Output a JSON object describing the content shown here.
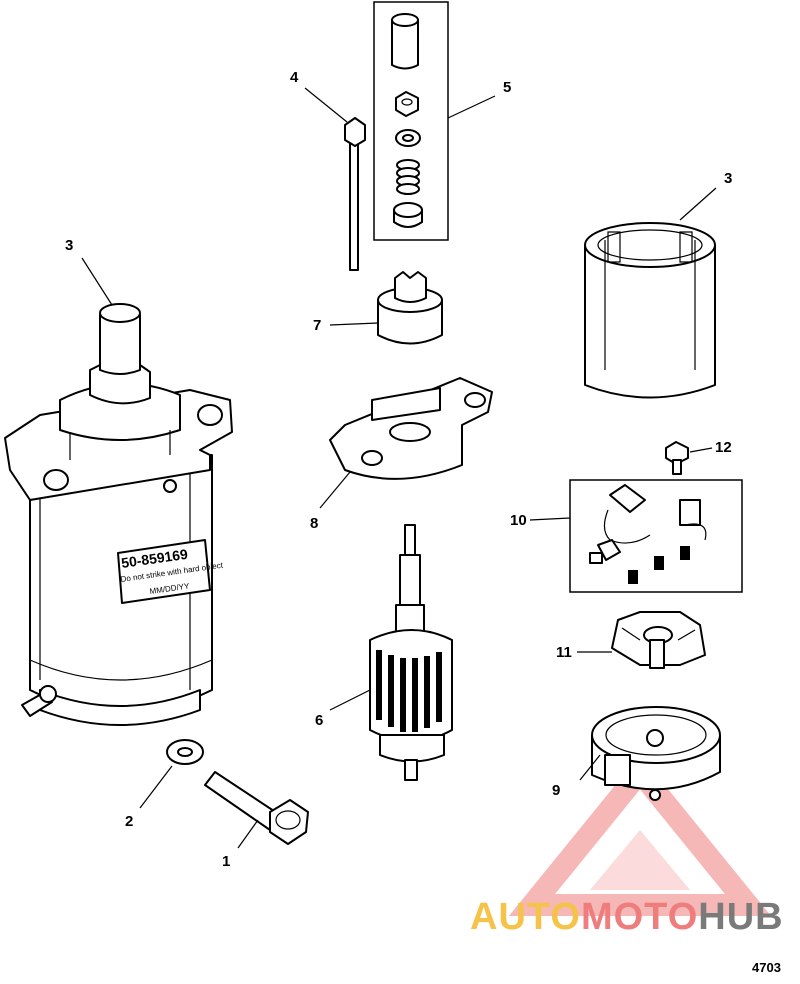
{
  "diagram": {
    "callouts": [
      {
        "id": "c1",
        "label": "1"
      },
      {
        "id": "c2",
        "label": "2"
      },
      {
        "id": "c3a",
        "label": "3"
      },
      {
        "id": "c3b",
        "label": "3"
      },
      {
        "id": "c4",
        "label": "4"
      },
      {
        "id": "c5",
        "label": "5"
      },
      {
        "id": "c6",
        "label": "6"
      },
      {
        "id": "c7",
        "label": "7"
      },
      {
        "id": "c8",
        "label": "8"
      },
      {
        "id": "c9",
        "label": "9"
      },
      {
        "id": "c10",
        "label": "10"
      },
      {
        "id": "c11",
        "label": "11"
      },
      {
        "id": "c12",
        "label": "12"
      }
    ],
    "starter_label": {
      "part_number": "50-859169",
      "warning": "Do not strike with hard object",
      "date_code": "MM/DD/YY"
    },
    "figure_number": "4703"
  },
  "watermark": {
    "part1": "AUTO",
    "part2": "MOTO",
    "part3": "HUB",
    "colors": {
      "yellow": "#f6c34a",
      "red": "#f07d7d",
      "gray": "#7a7a7a"
    }
  }
}
